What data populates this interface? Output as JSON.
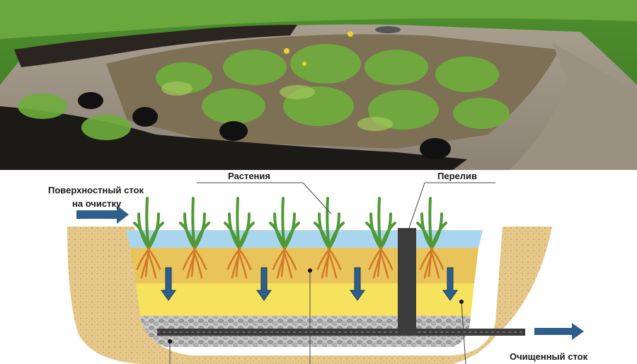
{
  "photo": {
    "description_icon": "bioretention-garden-photo"
  },
  "diagram": {
    "labels": {
      "inflow_line1": "Поверхностный сток",
      "inflow_line2": "на очистку",
      "plants": "Растения",
      "overflow": "Перелив",
      "outflow": "Очищенный сток"
    },
    "colors": {
      "water": "#a9d6ee",
      "topsoil": "#e8c45a",
      "sand": "#f6e25c",
      "gravel": "#bdbdbd",
      "bank": "#e6c98a",
      "arrow": "#2d5e8c",
      "plant": "#4f9a36",
      "root": "#d3772a",
      "pipe": "#3b3b3b"
    }
  }
}
